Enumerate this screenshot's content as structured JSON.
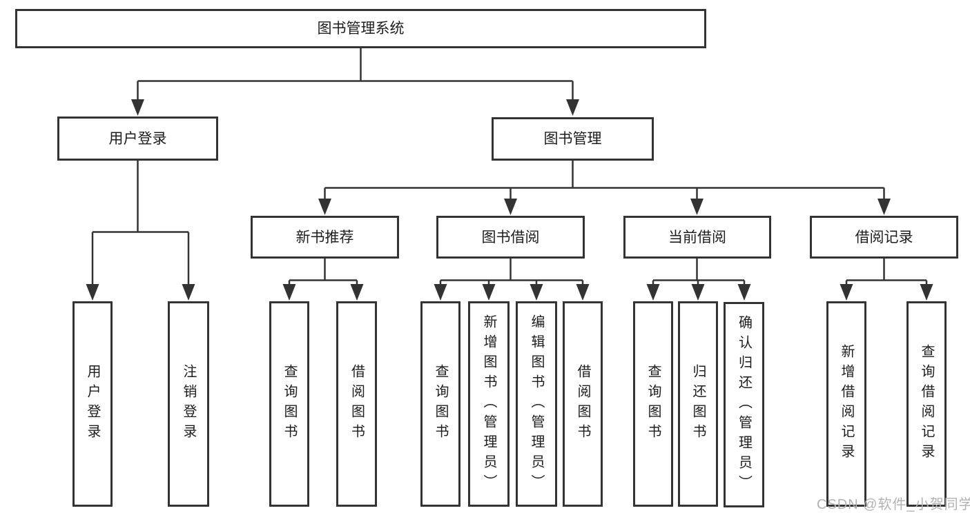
{
  "diagram_title": "图书管理系统",
  "tree": {
    "root": {
      "label": "图书管理系统"
    },
    "branches": [
      {
        "label": "用户登录",
        "leaves": [
          {
            "label": "用户登录"
          },
          {
            "label": "注销登录"
          }
        ]
      },
      {
        "label": "图书管理",
        "sections": [
          {
            "label": "新书推荐",
            "leaves": [
              {
                "label": "查询图书"
              },
              {
                "label": "借阅图书"
              }
            ]
          },
          {
            "label": "图书借阅",
            "leaves": [
              {
                "label": "查询图书"
              },
              {
                "label": "新增图书（管理员）"
              },
              {
                "label": "编辑图书（管理员）"
              },
              {
                "label": "借阅图书"
              }
            ]
          },
          {
            "label": "当前借阅",
            "leaves": [
              {
                "label": "查询图书"
              },
              {
                "label": "归还图书"
              },
              {
                "label": "确认归还（管理员）"
              }
            ]
          },
          {
            "label": "借阅记录",
            "leaves": [
              {
                "label": "新增借阅记录"
              },
              {
                "label": "查询借阅记录"
              }
            ]
          }
        ]
      }
    ]
  },
  "watermark": {
    "text": "CSDN @软件_小贺同学"
  },
  "colors": {
    "line": "#333333",
    "border": "#333333",
    "text": "#1d1d1d",
    "background": "#ffffff",
    "watermark": "#b2b2b2"
  }
}
